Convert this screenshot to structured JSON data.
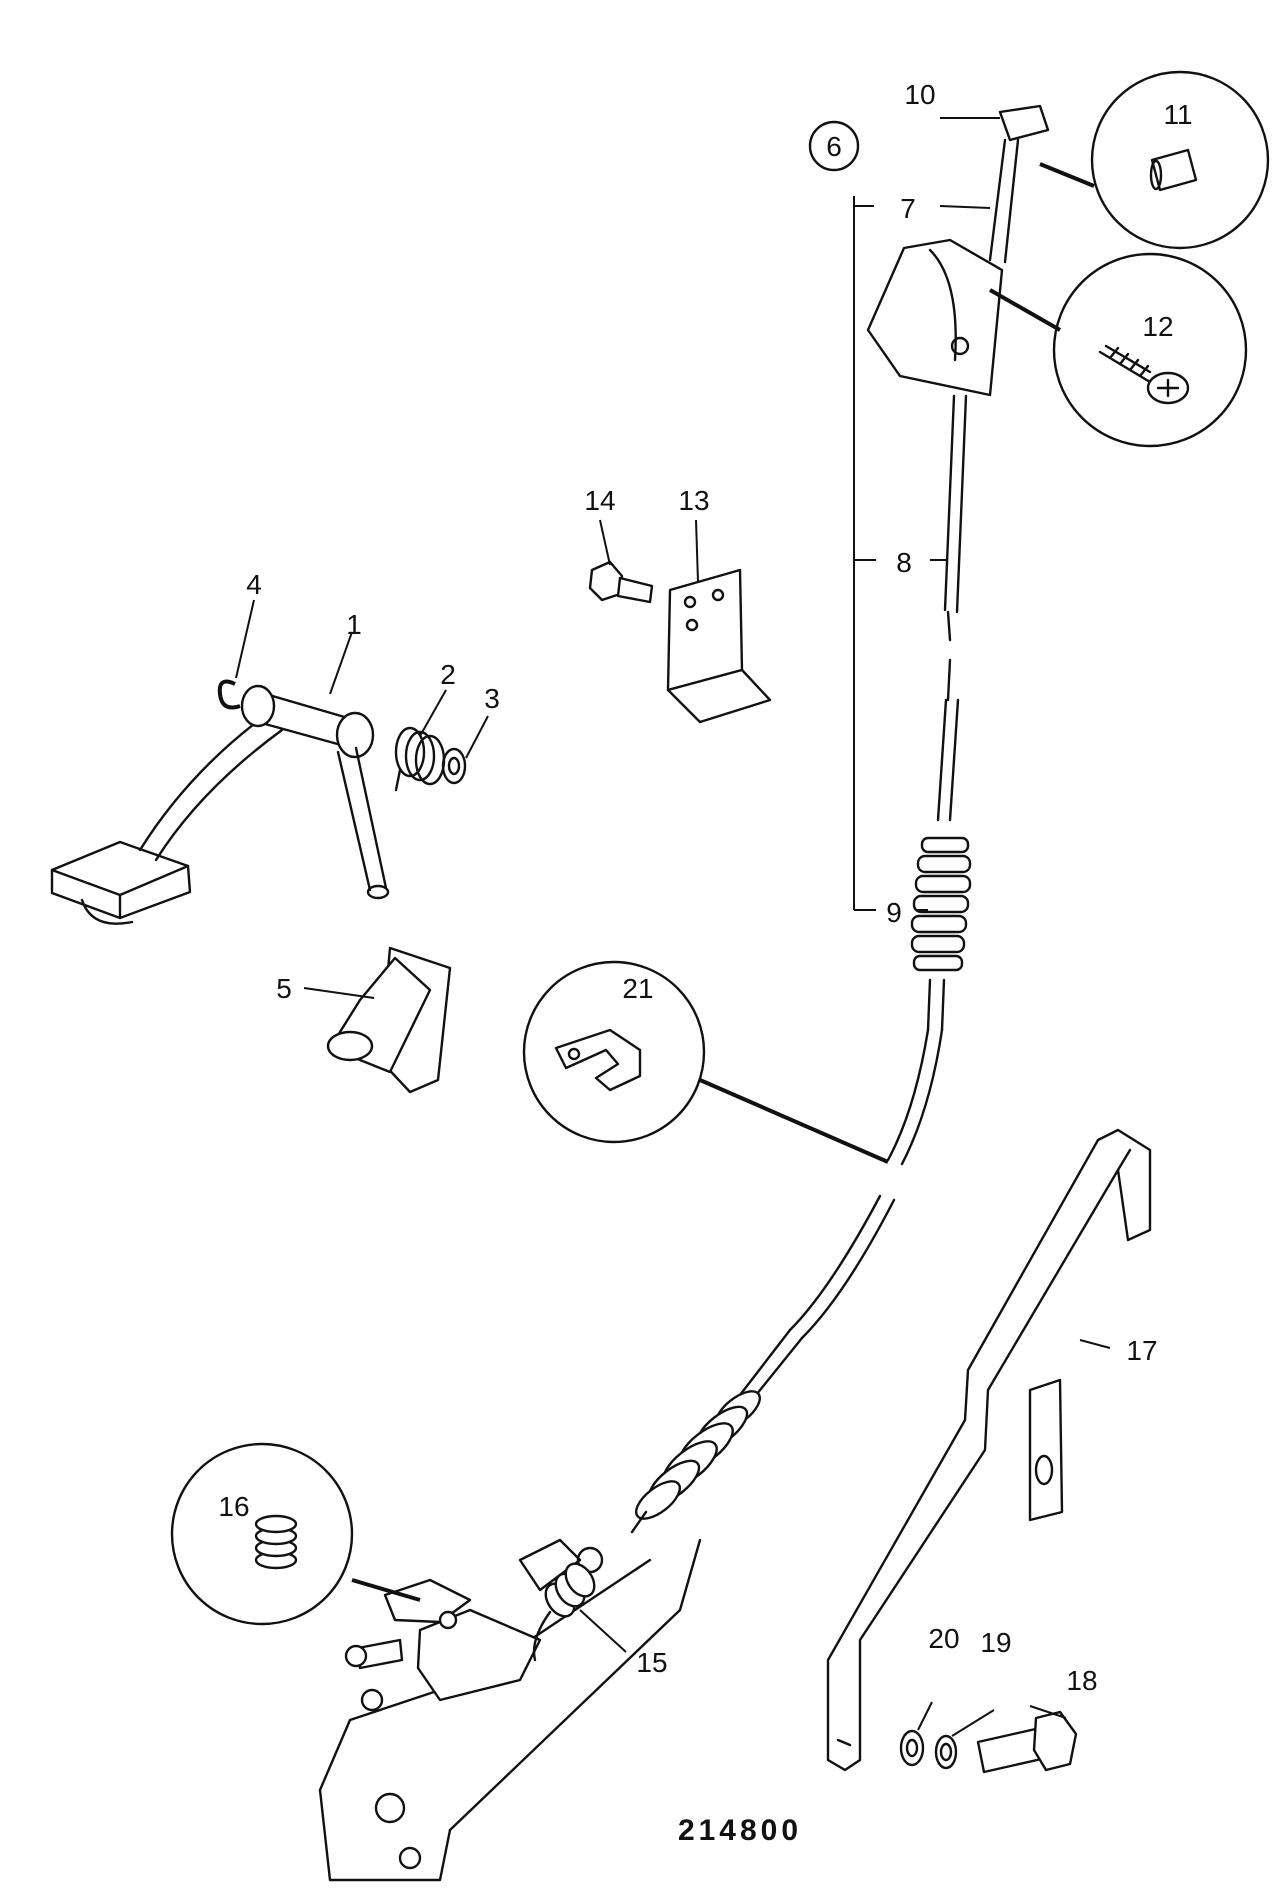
{
  "figure_number": "214800",
  "callouts": {
    "c1": "1",
    "c2": "2",
    "c3": "3",
    "c4": "4",
    "c5": "5",
    "c6": "6",
    "c7": "7",
    "c8": "8",
    "c9": "9",
    "c10": "10",
    "c11": "11",
    "c12": "12",
    "c13": "13",
    "c14": "14",
    "c15": "15",
    "c16": "16",
    "c17": "17",
    "c18": "18",
    "c19": "19",
    "c20": "20",
    "c21": "21"
  }
}
